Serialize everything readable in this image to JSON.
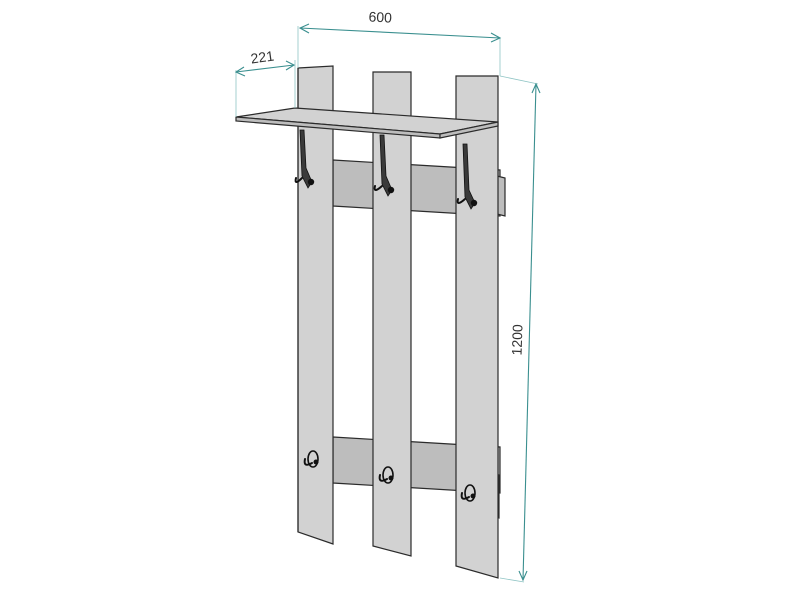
{
  "diagram": {
    "dimensions": {
      "width": "600",
      "depth": "221",
      "height": "1200"
    },
    "colors": {
      "dimension_line": "#3a8f8f",
      "panel_fill": "#d2d2d2",
      "outline": "#2b2b2b",
      "hook": "#3a3a3a"
    },
    "parts": [
      "shelf",
      "vertical-plank",
      "crossbar",
      "upper-hook",
      "lower-hook"
    ]
  }
}
